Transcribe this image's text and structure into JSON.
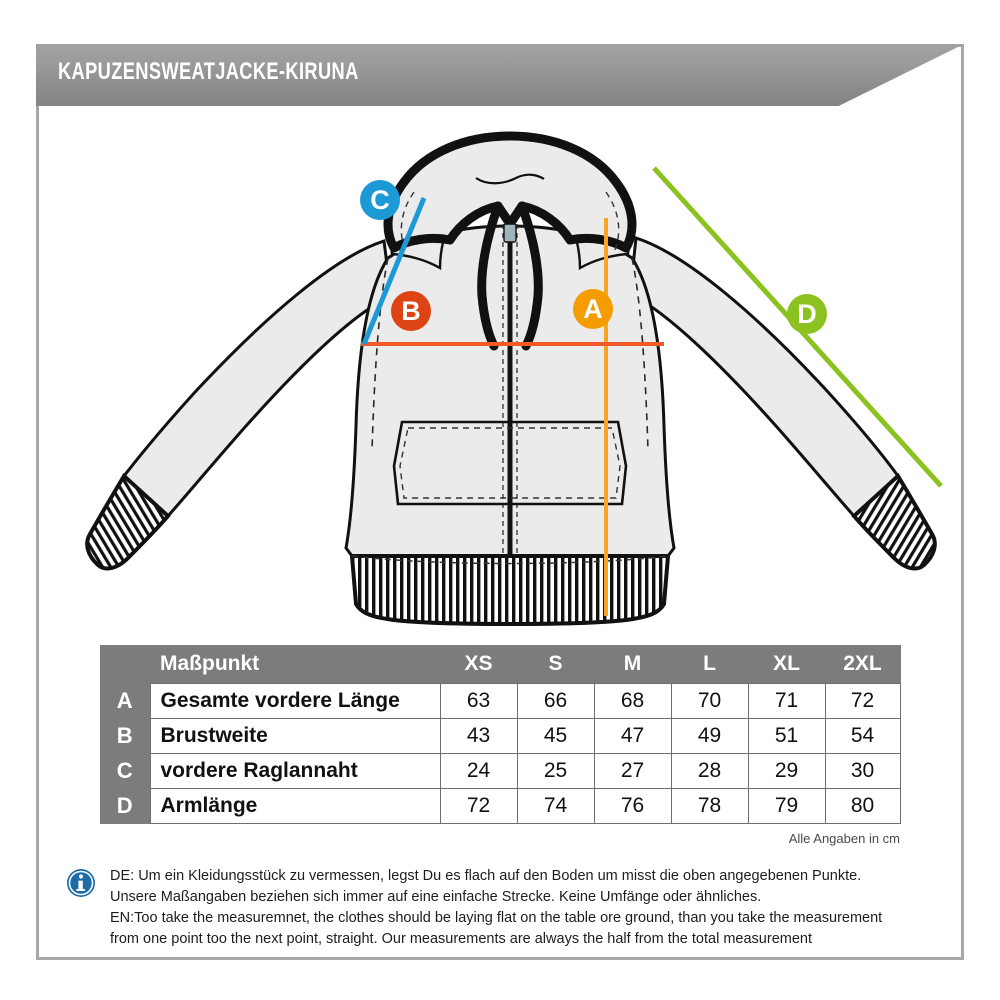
{
  "header": {
    "title": "KAPUZENSWEATJACKE-KIRUNA"
  },
  "illustration": {
    "alt": "technical drawing of a zipped hooded sweat jacket, front view",
    "badges": [
      {
        "letter": "A",
        "name": "badge-a",
        "color": "#f59c00",
        "meaning": "Gesamte vordere Länge"
      },
      {
        "letter": "B",
        "name": "badge-b",
        "color": "#dd4414",
        "meaning": "Brustweite"
      },
      {
        "letter": "C",
        "name": "badge-c",
        "color": "#1b9ad6",
        "meaning": "vordere Raglannaht"
      },
      {
        "letter": "D",
        "name": "badge-d",
        "color": "#8cc220",
        "meaning": "Armlänge"
      }
    ],
    "line_colors": {
      "a_line": "#f5a623",
      "b_line": "#f05a28",
      "c_line": "#1b9ad6",
      "d_line": "#8cc220",
      "garment_fill": "#ebebeb",
      "garment_stroke": "#111111"
    }
  },
  "table": {
    "header": {
      "measure_point": "Maßpunkt",
      "sizes": [
        "XS",
        "S",
        "M",
        "L",
        "XL",
        "2XL"
      ]
    },
    "rows": [
      {
        "key": "A",
        "label": "Gesamte vordere Länge",
        "values": [
          "63",
          "66",
          "68",
          "70",
          "71",
          "72"
        ]
      },
      {
        "key": "B",
        "label": "Brustweite",
        "values": [
          "43",
          "45",
          "47",
          "49",
          "51",
          "54"
        ]
      },
      {
        "key": "C",
        "label": "vordere Raglannaht",
        "values": [
          "24",
          "25",
          "27",
          "28",
          "29",
          "30"
        ]
      },
      {
        "key": "D",
        "label": "Armlänge",
        "values": [
          "72",
          "74",
          "76",
          "78",
          "79",
          "80"
        ]
      }
    ],
    "note": "Alle Angaben in cm"
  },
  "footer": {
    "icon": "info-icon",
    "lines": [
      "DE: Um ein Kleidungsstück zu vermessen, legst Du es flach auf den Boden um misst die oben angegebenen Punkte.",
      "Unsere Maßangaben beziehen sich immer auf eine einfache Strecke. Keine Umfänge oder ähnliches.",
      "EN:Too take the measuremnet, the clothes should be laying flat on the table ore ground, than you take the measurement",
      "from one point too the next point, straight. Our measurements are always the half from the total measurement"
    ]
  },
  "colors": {
    "frame_border": "#a8a8a8",
    "header_gradient_top": "#a2a2a2",
    "header_gradient_bottom": "#848484",
    "table_gray": "#7c7c7c",
    "info_blue": "#1b6ca8"
  }
}
